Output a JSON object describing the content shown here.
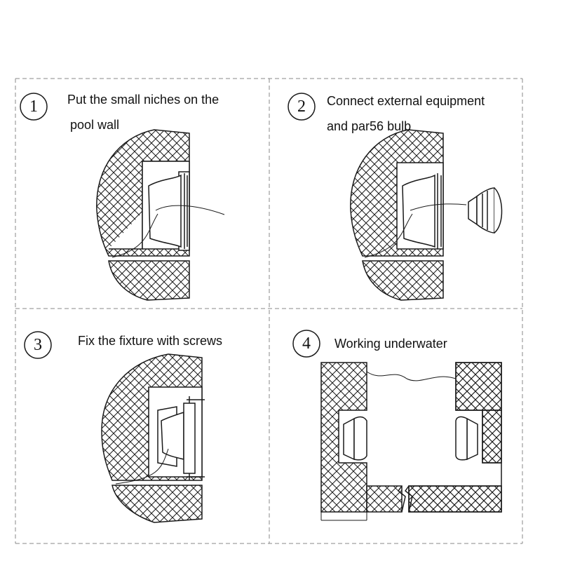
{
  "steps": [
    {
      "number": "1",
      "lines": [
        "Put the small niches on the",
        "pool wall"
      ]
    },
    {
      "number": "2",
      "lines": [
        "Connect external equipment",
        "and par56 bulb"
      ]
    },
    {
      "number": "3",
      "lines": [
        "Fix the fixture with screws"
      ]
    },
    {
      "number": "4",
      "lines": [
        "Working underwater"
      ]
    }
  ],
  "colors": {
    "line": "#1a1a1a",
    "divider": "#8a8a8a",
    "background": "#ffffff"
  }
}
